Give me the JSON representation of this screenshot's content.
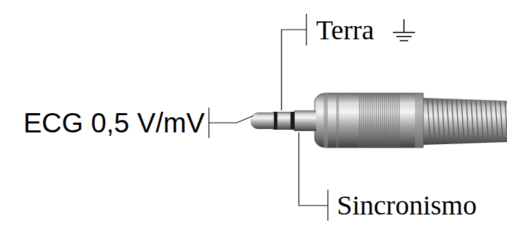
{
  "diagram": {
    "labels": [
      "ECG 0,5 V/mV",
      "Terra",
      "Sincronismo"
    ]
  }
}
